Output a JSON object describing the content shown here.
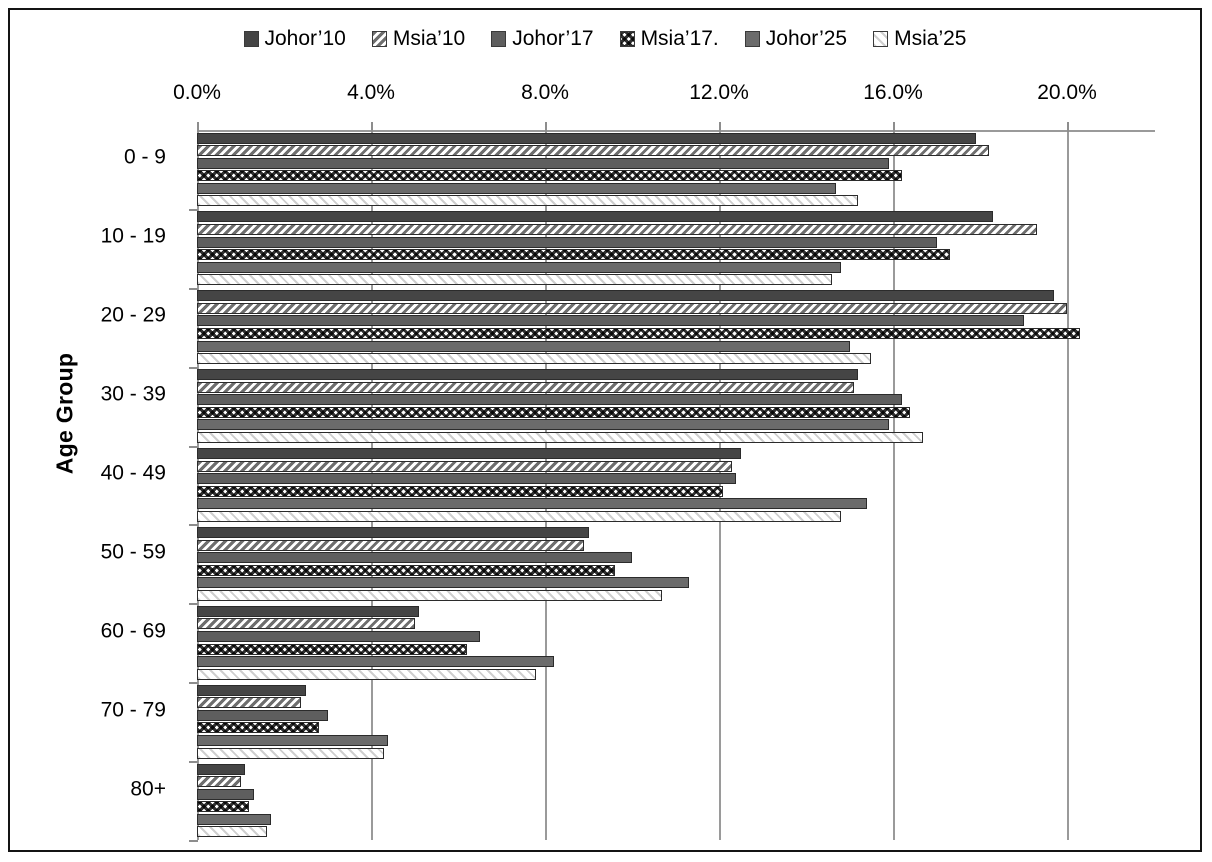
{
  "chart": {
    "ylabel": "Age Group",
    "xlabel": "",
    "title": ""
  },
  "axis": {
    "xticks": [
      "0.0%",
      "4.0%",
      "8.0%",
      "12.0%",
      "16.0%",
      "20.0%"
    ],
    "xtick_values": [
      0,
      4,
      8,
      12,
      16,
      20
    ]
  },
  "legend": {
    "items": [
      {
        "label": "Johor’10",
        "fill": "f0",
        "color": "#454545"
      },
      {
        "label": "Msia’10",
        "fill": "f1",
        "color": "#6e6e6e"
      },
      {
        "label": "Johor’17",
        "fill": "f2",
        "color": "#5e5e5e"
      },
      {
        "label": "Msia’17.",
        "fill": "f3",
        "color": "#2f2f2f"
      },
      {
        "label": "Johor’25",
        "fill": "f4",
        "color": "#6b6b6b"
      },
      {
        "label": "Msia’25",
        "fill": "f5",
        "color": "#cfcfcf"
      }
    ]
  },
  "chart_data": {
    "type": "bar",
    "orientation": "horizontal",
    "title": "",
    "xlabel": "",
    "ylabel": "Age Group",
    "xlim": [
      0,
      22
    ],
    "grid": "vertical",
    "legend_position": "top",
    "categories": [
      "0 - 9",
      "10 - 19",
      "20 - 29",
      "30 - 39",
      "40 - 49",
      "50 - 59",
      "60 - 69",
      "70 - 79",
      "80+"
    ],
    "xtick_labels": [
      "0.0%",
      "4.0%",
      "8.0%",
      "12.0%",
      "16.0%",
      "20.0%"
    ],
    "series": [
      {
        "name": "Johor’10",
        "values": [
          17.9,
          18.3,
          19.7,
          15.2,
          12.5,
          9.0,
          5.1,
          2.5,
          1.1
        ]
      },
      {
        "name": "Msia’10",
        "values": [
          18.2,
          19.3,
          20.0,
          15.1,
          12.3,
          8.9,
          5.0,
          2.4,
          1.0
        ]
      },
      {
        "name": "Johor’17",
        "values": [
          15.9,
          17.0,
          19.0,
          16.2,
          12.4,
          10.0,
          6.5,
          3.0,
          1.3
        ]
      },
      {
        "name": "Msia’17.",
        "values": [
          16.2,
          17.3,
          20.3,
          16.4,
          12.1,
          9.6,
          6.2,
          2.8,
          1.2
        ]
      },
      {
        "name": "Johor’25",
        "values": [
          14.7,
          14.8,
          15.0,
          15.9,
          15.4,
          11.3,
          8.2,
          4.4,
          1.7
        ]
      },
      {
        "name": "Msia’25",
        "values": [
          15.2,
          14.6,
          15.5,
          16.7,
          14.8,
          10.7,
          7.8,
          4.3,
          1.6
        ]
      }
    ]
  }
}
